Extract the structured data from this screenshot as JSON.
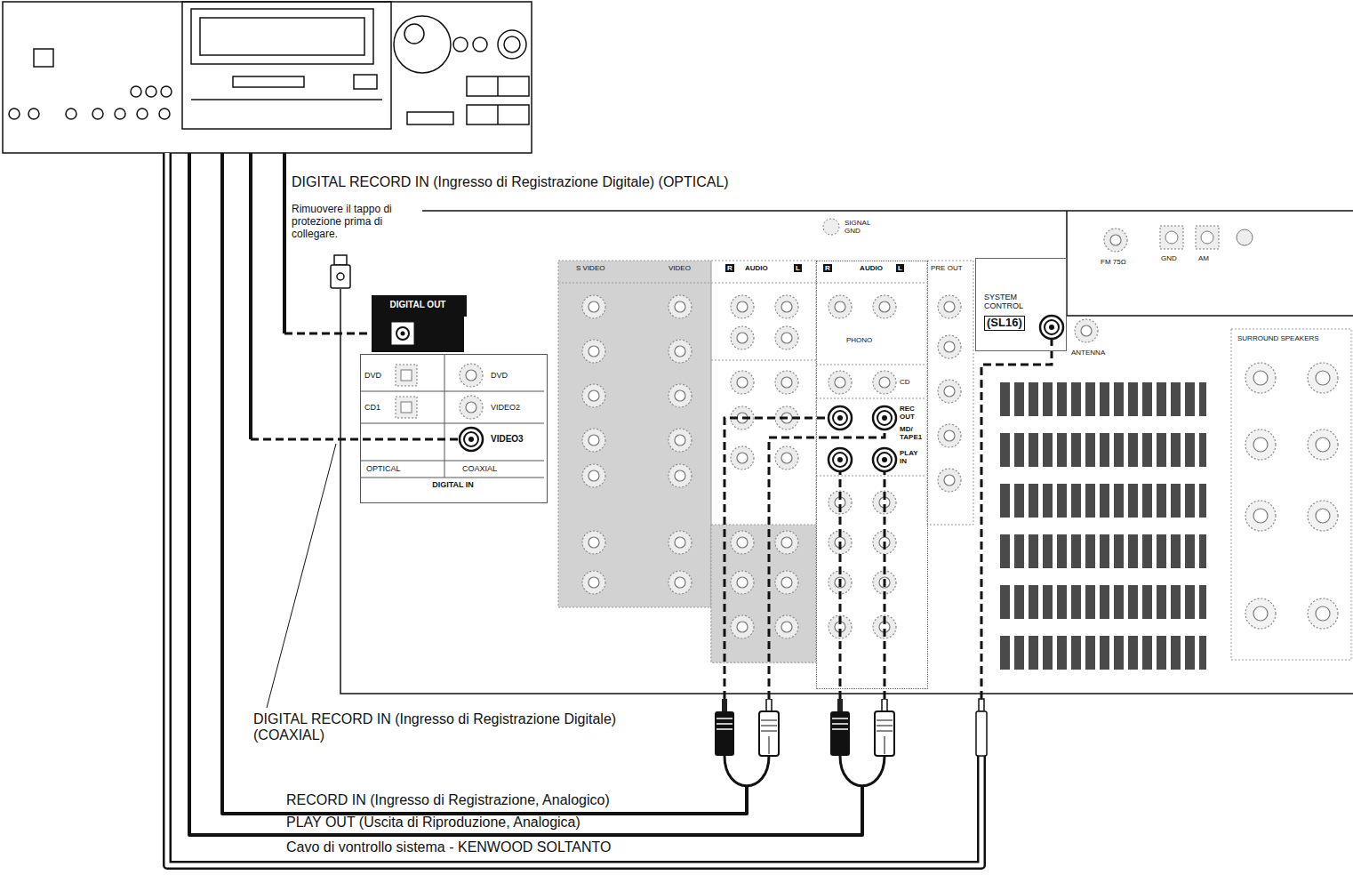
{
  "diagram": {
    "nodes": [
      {
        "text": [
          "DIGITAL OUT"
        ]
      },
      {
        "text": [
          "DIGITAL IN"
        ]
      },
      {
        "text": [
          "AUDIO"
        ]
      },
      {
        "text": [
          "SYSTEM CONTROL",
          "(SL16)"
        ]
      }
    ],
    "labels": [
      "DIGITAL RECORD IN (Ingresso di Registrazione Digitale) (OPTICAL)",
      "Rimuovere il tappo di protezione prima di collegare.",
      "DIGITAL RECORD IN (Ingresso di Registrazione Digitale) (COAXIAL)",
      "RECORD IN (Ingresso di Registrazione, Analogico)",
      "PLAY OUT (Uscita di Riproduzione, Analogica)",
      "Cavo di vontrollo sistema - KENWOOD SOLTANTO",
      "DVD",
      "CD1",
      "DVD",
      "VIDEO2",
      "VIDEO3",
      "OPTICAL",
      "COAXIAL",
      "S VIDEO",
      "VIDEO",
      "R",
      "AUDIO",
      "L",
      "R",
      "L",
      "PHONO",
      "CD",
      "REC OUT",
      "MD/ TAPE1",
      "PLAY IN",
      "PRE OUT",
      "SIGNAL GND",
      "ANTENNA",
      "FM 75Ω",
      "GND",
      "AM",
      "SURROUND SPEAKERS"
    ]
  }
}
